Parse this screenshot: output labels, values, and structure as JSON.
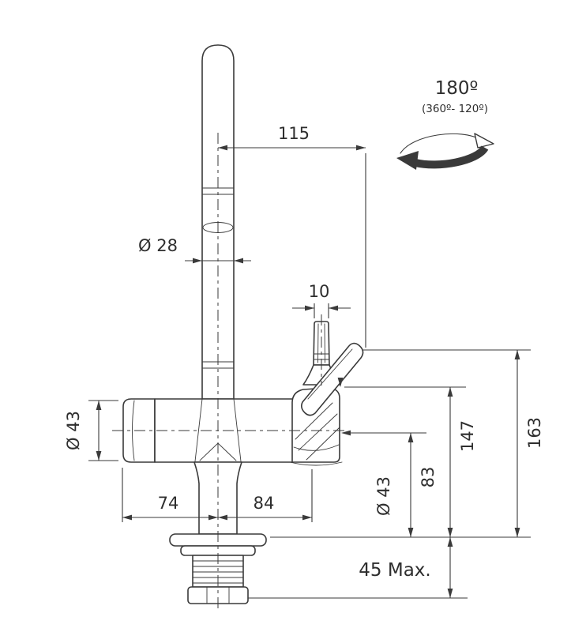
{
  "diagram": {
    "subject": "kitchen faucet dimensional technical drawing",
    "colors": {
      "line": "#3a3a3a",
      "text": "#2e2e2e",
      "background": "#ffffff"
    },
    "rotation_callout": {
      "angle": "180º",
      "range": "(360º- 120º)"
    },
    "dimensions": {
      "spout_reach": "115",
      "spout_diameter": "Ø 28",
      "lever_width": "10",
      "body_diameter": "Ø 43",
      "valve_diameter": "Ø 43",
      "total_height": "163",
      "lever_height": "147",
      "outlet_height": "83",
      "offset_left": "74",
      "offset_right": "84",
      "max_thickness": "45 Max."
    }
  }
}
